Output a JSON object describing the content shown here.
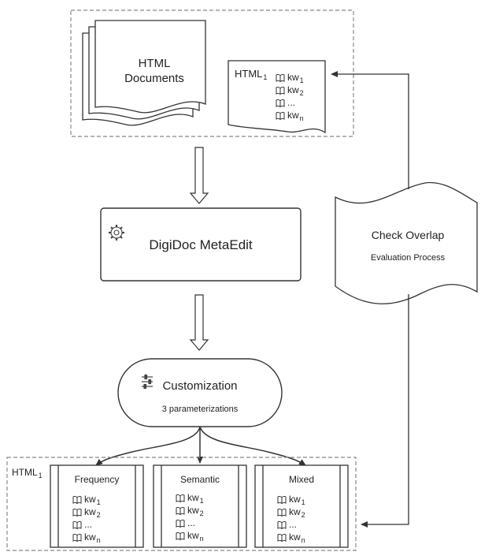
{
  "top_group": {
    "docs_label": [
      "HTML",
      "Documents"
    ],
    "html1": {
      "label": "HTML",
      "sub": "1"
    },
    "keywords": [
      {
        "text": "kw",
        "sub": "1"
      },
      {
        "text": "kw",
        "sub": "2"
      },
      {
        "text": "...",
        "sub": ""
      },
      {
        "text": "kw",
        "sub": "n"
      }
    ]
  },
  "metaedit": {
    "label": "DigiDoc MetaEdit",
    "icon": "gear-icon"
  },
  "customization": {
    "title": "Customization",
    "subtitle": "3 parameterizations",
    "icon": "sliders-icon"
  },
  "evaluation": {
    "title": "Check Overlap",
    "subtitle": "Evaluation Process"
  },
  "bottom_group": {
    "html1": {
      "label": "HTML",
      "sub": "1"
    },
    "panels": [
      {
        "title": "Frequency"
      },
      {
        "title": "Semantic"
      },
      {
        "title": "Mixed"
      }
    ],
    "keywords": [
      {
        "text": "kw",
        "sub": "1"
      },
      {
        "text": "kw",
        "sub": "2"
      },
      {
        "text": "...",
        "sub": ""
      },
      {
        "text": "kw",
        "sub": "n"
      }
    ]
  },
  "colors": {
    "stroke": "#333333",
    "dashed": "#888888",
    "fill": "#ffffff"
  }
}
